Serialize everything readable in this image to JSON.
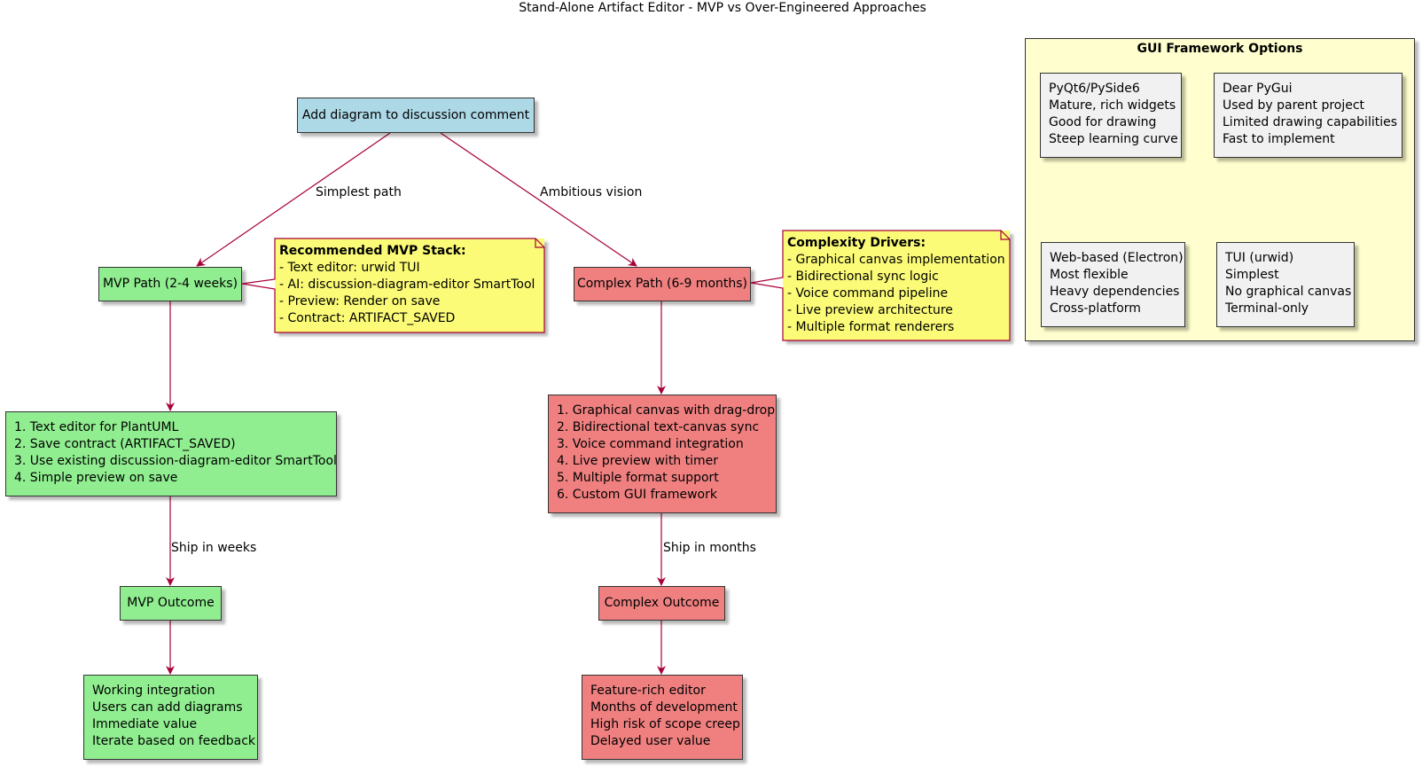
{
  "title": "Stand-Alone Artifact Editor - MVP vs Over-Engineered Approaches",
  "nodes": {
    "start": "Add diagram to discussion comment",
    "mvp_path": "MVP Path (2-4 weeks)",
    "complex_path": "Complex Path (6-9 months)",
    "mvp_steps": [
      "1. Text editor for PlantUML",
      "2. Save contract (ARTIFACT_SAVED)",
      "3. Use existing discussion-diagram-editor SmartTool",
      "4. Simple preview on save"
    ],
    "complex_steps": [
      "1. Graphical canvas with drag-drop",
      "2. Bidirectional text-canvas sync",
      "3. Voice command integration",
      "4. Live preview with timer",
      "5. Multiple format support",
      "6. Custom GUI framework"
    ],
    "mvp_outcome": "MVP Outcome",
    "complex_outcome": "Complex Outcome",
    "mvp_result": [
      "Working integration",
      "Users can add diagrams",
      "Immediate value",
      "Iterate based on feedback"
    ],
    "complex_result": [
      "Feature-rich editor",
      "Months of development",
      "High risk of scope creep",
      "Delayed user value"
    ]
  },
  "edge_labels": {
    "simplest": "Simplest path",
    "ambitious": "Ambitious vision",
    "ship_weeks": "Ship in weeks",
    "ship_months": "Ship in months"
  },
  "notes": {
    "mvp": {
      "heading": "Recommended MVP Stack:",
      "lines": [
        "- Text editor: urwid TUI",
        "- AI: discussion-diagram-editor SmartTool",
        "- Preview: Render on save",
        "- Contract: ARTIFACT_SAVED"
      ]
    },
    "complex": {
      "heading": "Complexity Drivers:",
      "lines": [
        "- Graphical canvas implementation",
        "- Bidirectional sync logic",
        "- Voice command pipeline",
        "- Live preview architecture",
        "- Multiple format renderers"
      ]
    }
  },
  "framework_package": {
    "title": "GUI Framework Options",
    "options": [
      [
        "PyQt6/PySide6",
        "Mature, rich widgets",
        "Good for drawing",
        "Steep learning curve"
      ],
      [
        "Dear PyGui",
        "Used by parent project",
        "Limited drawing capabilities",
        "Fast to implement"
      ],
      [
        "Web-based (Electron)",
        "Most flexible",
        "Heavy dependencies",
        "Cross-platform"
      ],
      [
        "TUI (urwid)",
        "Simplest",
        "No graphical canvas",
        "Terminal-only"
      ]
    ]
  },
  "colors": {
    "start": "#add8e6",
    "mvp": "#90ee90",
    "complex": "#f08080",
    "note": "#fbfb77",
    "package": "#fefece",
    "option": "#f1f1f1",
    "edge": "#a80036",
    "border": "#333333"
  }
}
